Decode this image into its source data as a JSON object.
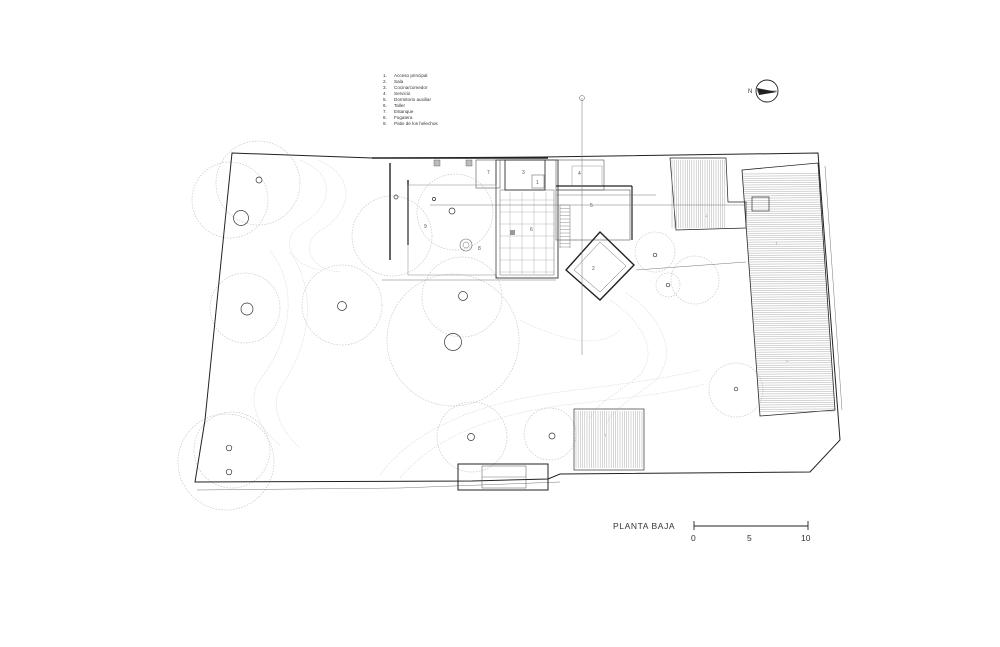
{
  "title": "PLANTA BAJA",
  "north_label": "N",
  "legend": [
    {
      "num": "1.",
      "label": "Acceso principal"
    },
    {
      "num": "2.",
      "label": "Sala"
    },
    {
      "num": "3.",
      "label": "Cocina/comedor"
    },
    {
      "num": "4.",
      "label": "Servicio"
    },
    {
      "num": "5.",
      "label": "Dormitorio auxiliar"
    },
    {
      "num": "6.",
      "label": "Taller"
    },
    {
      "num": "7.",
      "label": "Estanque"
    },
    {
      "num": "8.",
      "label": "Fogatera"
    },
    {
      "num": "9.",
      "label": "Patio de los helechos"
    }
  ],
  "room_numbers": [
    "1",
    "2",
    "3",
    "4",
    "5",
    "6",
    "7",
    "8",
    "9"
  ],
  "scale_bar": {
    "ticks": [
      "0",
      "5",
      "10"
    ]
  },
  "colors": {
    "line": "#222222",
    "tree": "#c9c9c9",
    "background": "#ffffff"
  }
}
